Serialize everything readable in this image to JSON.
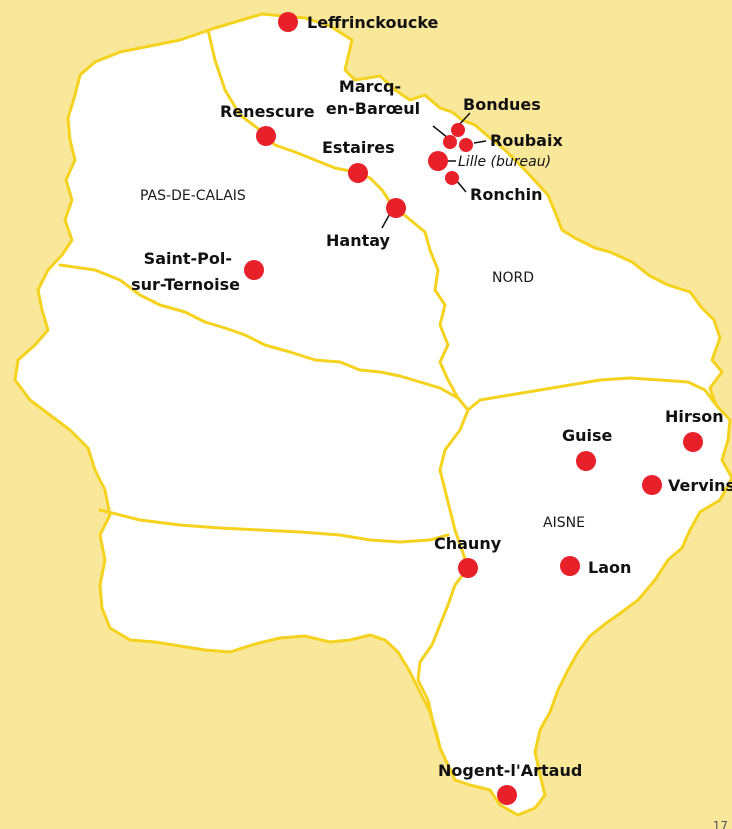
{
  "colors": {
    "background": "#FAE89A",
    "land": "#FFFFFF",
    "border": "#F5D21E",
    "dot": "#E8202A",
    "text": "#111111"
  },
  "departments": {
    "pas_de_calais": "PAS-DE-CALAIS",
    "nord": "NORD",
    "aisne": "AISNE"
  },
  "cities": {
    "leffrinckoucke": "Leffrinckoucke",
    "renescure": "Renescure",
    "marcq_1": "Marcq-",
    "marcq_2": "en-Barœul",
    "bondues": "Bondues",
    "roubaix": "Roubaix",
    "lille": "Lille (bureau)",
    "estaires": "Estaires",
    "ronchin": "Ronchin",
    "hantay": "Hantay",
    "saint_pol_1": "Saint-Pol-",
    "saint_pol_2": "sur-Ternoise",
    "hirson": "Hirson",
    "guise": "Guise",
    "vervins": "Vervins",
    "chauny": "Chauny",
    "laon": "Laon",
    "nogent": "Nogent-l'Artaud"
  },
  "page_number": "17"
}
